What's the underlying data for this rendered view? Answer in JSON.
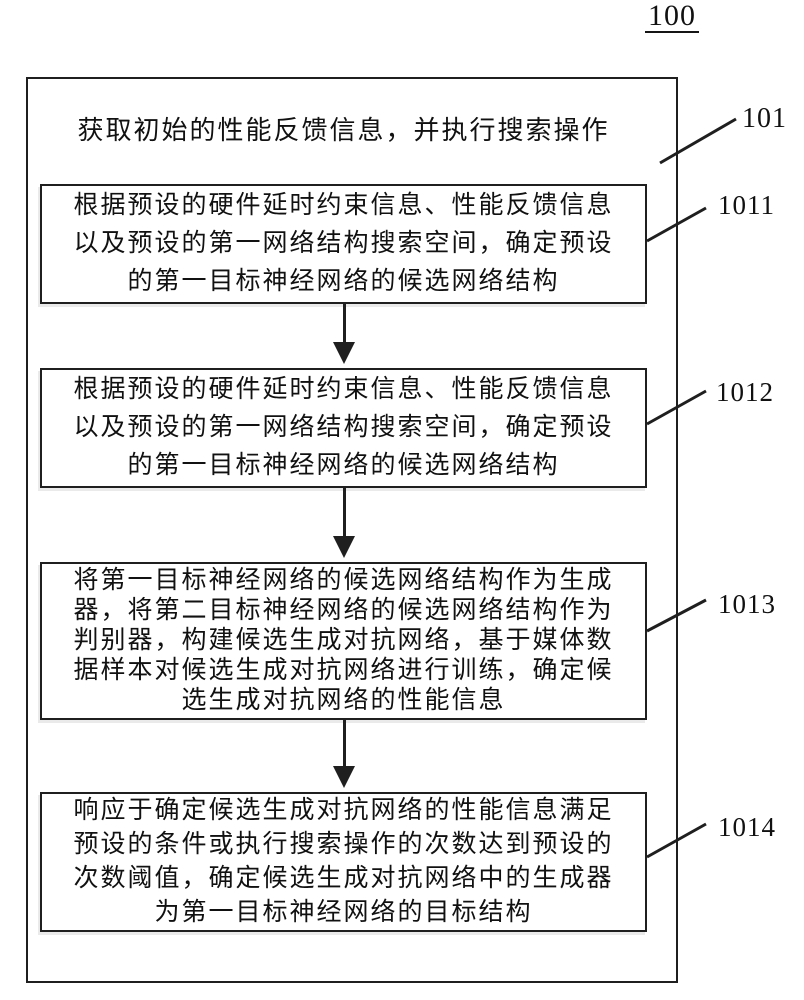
{
  "figure": {
    "number": "100"
  },
  "diagram": {
    "title": "获取初始的性能反馈信息，并执行搜索操作",
    "outer_label": "101",
    "steps": [
      {
        "label": "1011",
        "lines": [
          "根据预设的硬件延时约束信息、性能反馈信息",
          "以及预设的第一网络结构搜索空间，确定预设",
          "的第一目标神经网络的候选网络结构"
        ]
      },
      {
        "label": "1012",
        "lines": [
          "根据预设的硬件延时约束信息、性能反馈信息",
          "以及预设的第一网络结构搜索空间，确定预设",
          "的第一目标神经网络的候选网络结构"
        ]
      },
      {
        "label": "1013",
        "lines": [
          "将第一目标神经网络的候选网络结构作为生成",
          "器，将第二目标神经网络的候选网络结构作为",
          "判别器，构建候选生成对抗网络，基于媒体数",
          "据样本对候选生成对抗网络进行训练，确定候",
          "选生成对抗网络的性能信息"
        ]
      },
      {
        "label": "1014",
        "lines": [
          "响应于确定候选生成对抗网络的性能信息满足",
          "预设的条件或执行搜索操作的次数达到预设的",
          "次数阈值，确定候选生成对抗网络中的生成器",
          "为第一目标神经网络的目标结构"
        ]
      }
    ],
    "colors": {
      "line": "#1f1f1f",
      "background": "#ffffff",
      "text": "#111111"
    }
  }
}
